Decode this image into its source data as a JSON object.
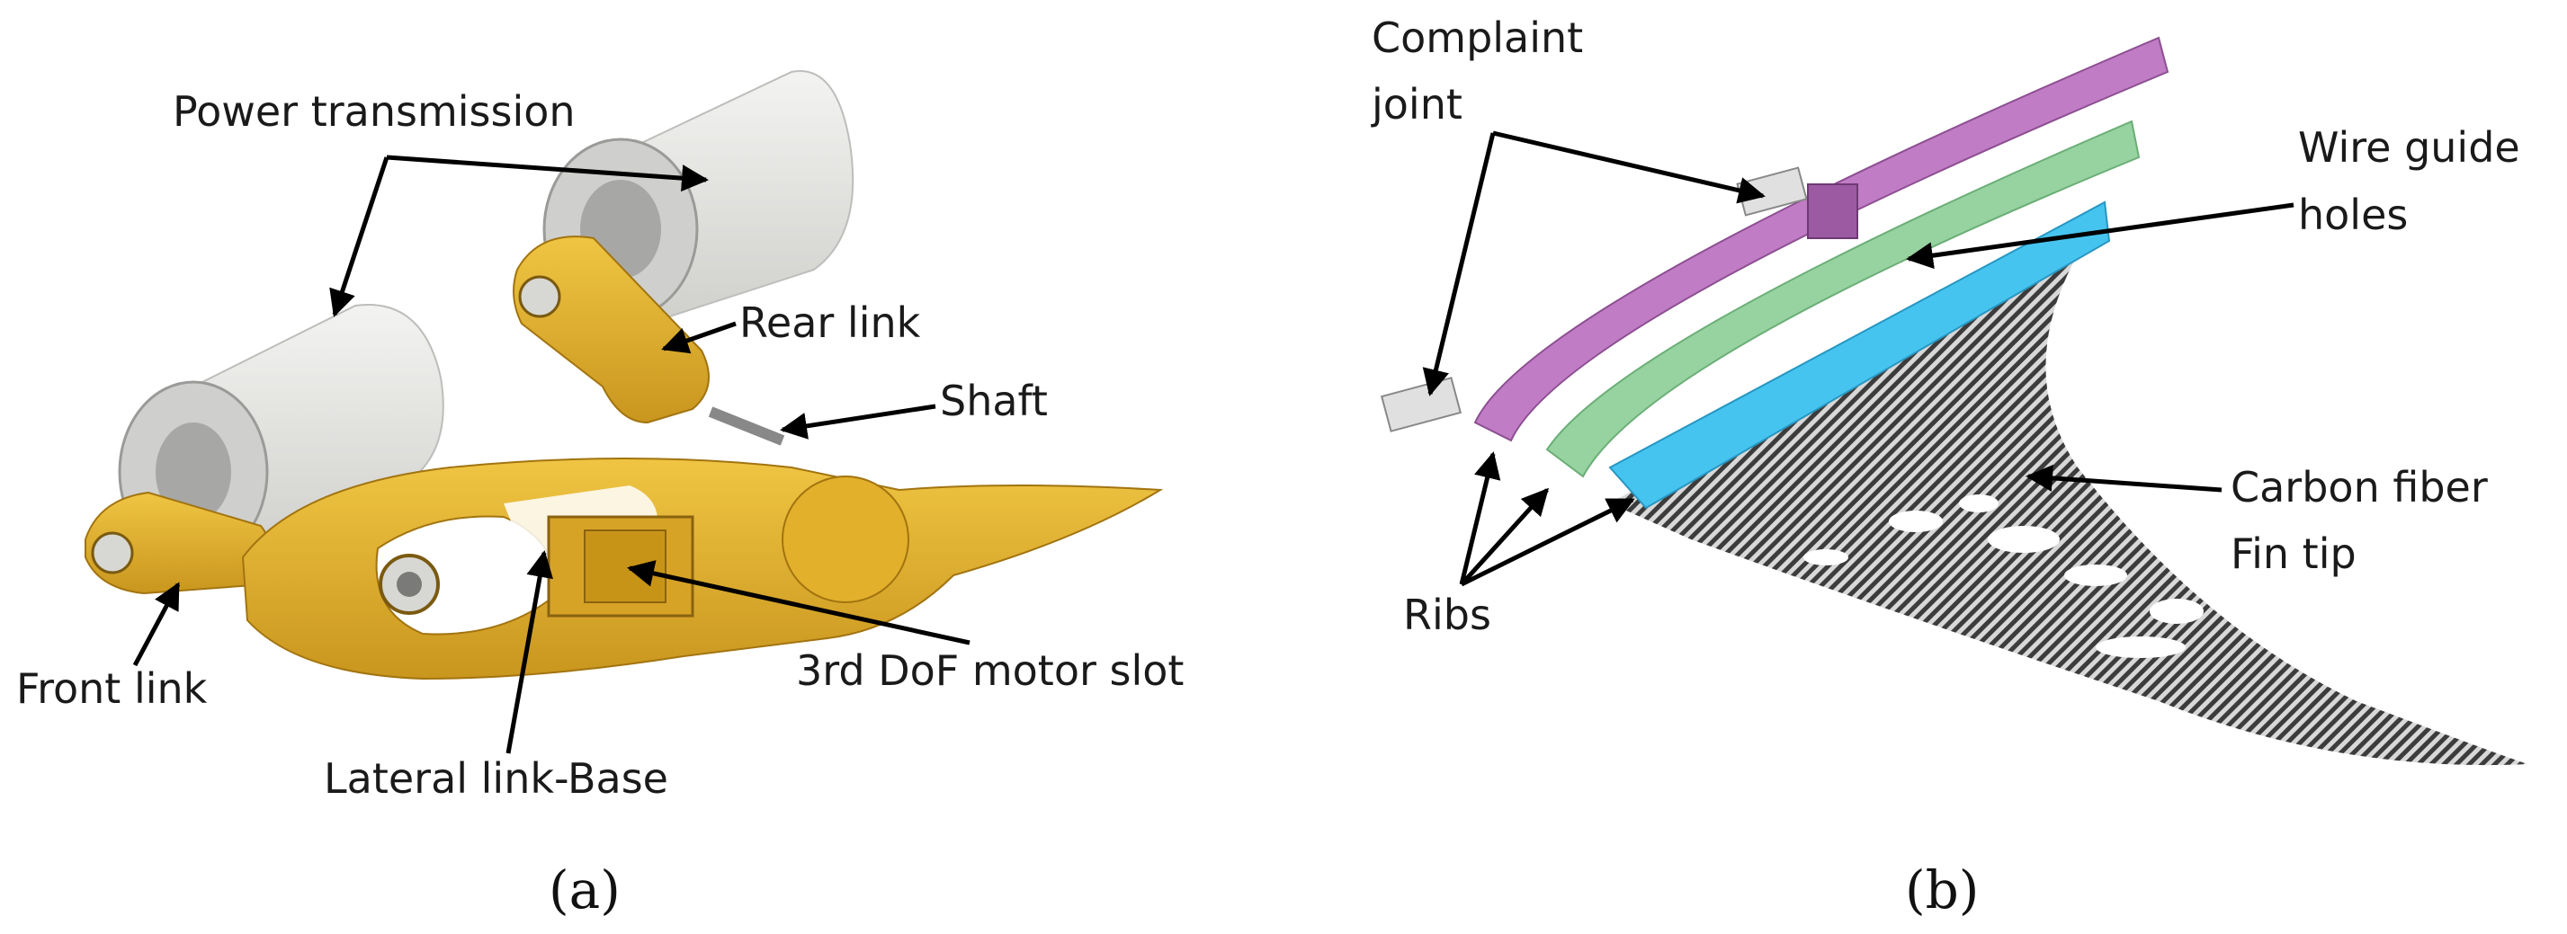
{
  "panel_a": {
    "caption": "(a)",
    "labels": {
      "power_transmission": "Power transmission",
      "rear_link": "Rear link",
      "shaft": "Shaft",
      "front_link": "Front link",
      "lateral_link_base": "Lateral link-Base",
      "motor_slot": "3rd DoF motor slot"
    }
  },
  "panel_b": {
    "caption": "(b)",
    "labels": {
      "complaint_joint_line1": "Complaint",
      "complaint_joint_line2": "joint",
      "wire_guide_line1": "Wire guide",
      "wire_guide_line2": "holes",
      "carbon_fiber_line1": "Carbon fiber",
      "carbon_fiber_line2": "Fin tip",
      "ribs": "Ribs"
    }
  },
  "colors": {
    "yellow_part": "#E2B02B",
    "motor_gray": "#E6E6E4",
    "rib_purple": "#C07CC4",
    "rib_green": "#8FCF9A",
    "rib_blue": "#46C4F0",
    "carbon_dark": "#4a4a4a"
  }
}
